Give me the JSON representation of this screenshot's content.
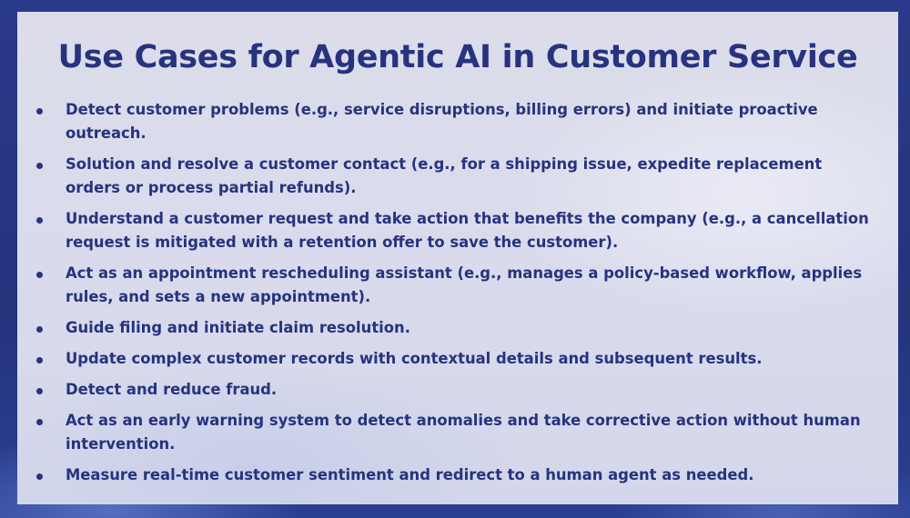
{
  "slide": {
    "title": "Use Cases for Agentic AI in Customer Service",
    "bullets": [
      "Detect customer problems (e.g., service disruptions, billing errors) and initiate proactive outreach.",
      "Solution and resolve a customer contact (e.g., for a shipping issue, expedite replacement orders or process partial refunds).",
      "Understand a customer request and take action that benefits the company (e.g., a cancellation request is mitigated with a retention offer to save the customer).",
      "Act as an appointment rescheduling assistant (e.g., manages a policy-based workflow, applies rules, and sets a new appointment).",
      "Guide filing and initiate claim resolution.",
      "Update complex customer records with contextual details and subsequent results.",
      "Detect and reduce fraud.",
      "Act as an early warning system to detect anomalies and take corrective action without human intervention.",
      "Measure real-time customer sentiment and redirect to a human agent as needed."
    ]
  },
  "colors": {
    "frame": "#26357f",
    "panel": "#dcdcea",
    "text": "#27337e"
  }
}
